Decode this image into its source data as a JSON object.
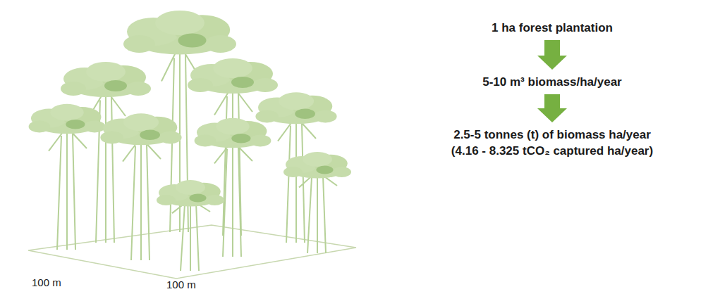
{
  "diagram": {
    "nodes": [
      {
        "text": [
          "1 ha forest plantation"
        ]
      },
      {
        "text": [
          "5-10 m³ biomass/ha/year"
        ]
      },
      {
        "text": [
          "2.5-5 tonnes (t) of biomass ha/year",
          "(4.16 - 8.325 tCO₂ captured ha/year)"
        ]
      }
    ],
    "edges": [
      {
        "from": 0,
        "to": 1,
        "arrow": "to"
      },
      {
        "from": 1,
        "to": 2,
        "arrow": "to"
      }
    ],
    "labels": [
      "100 m",
      "100 m"
    ]
  }
}
